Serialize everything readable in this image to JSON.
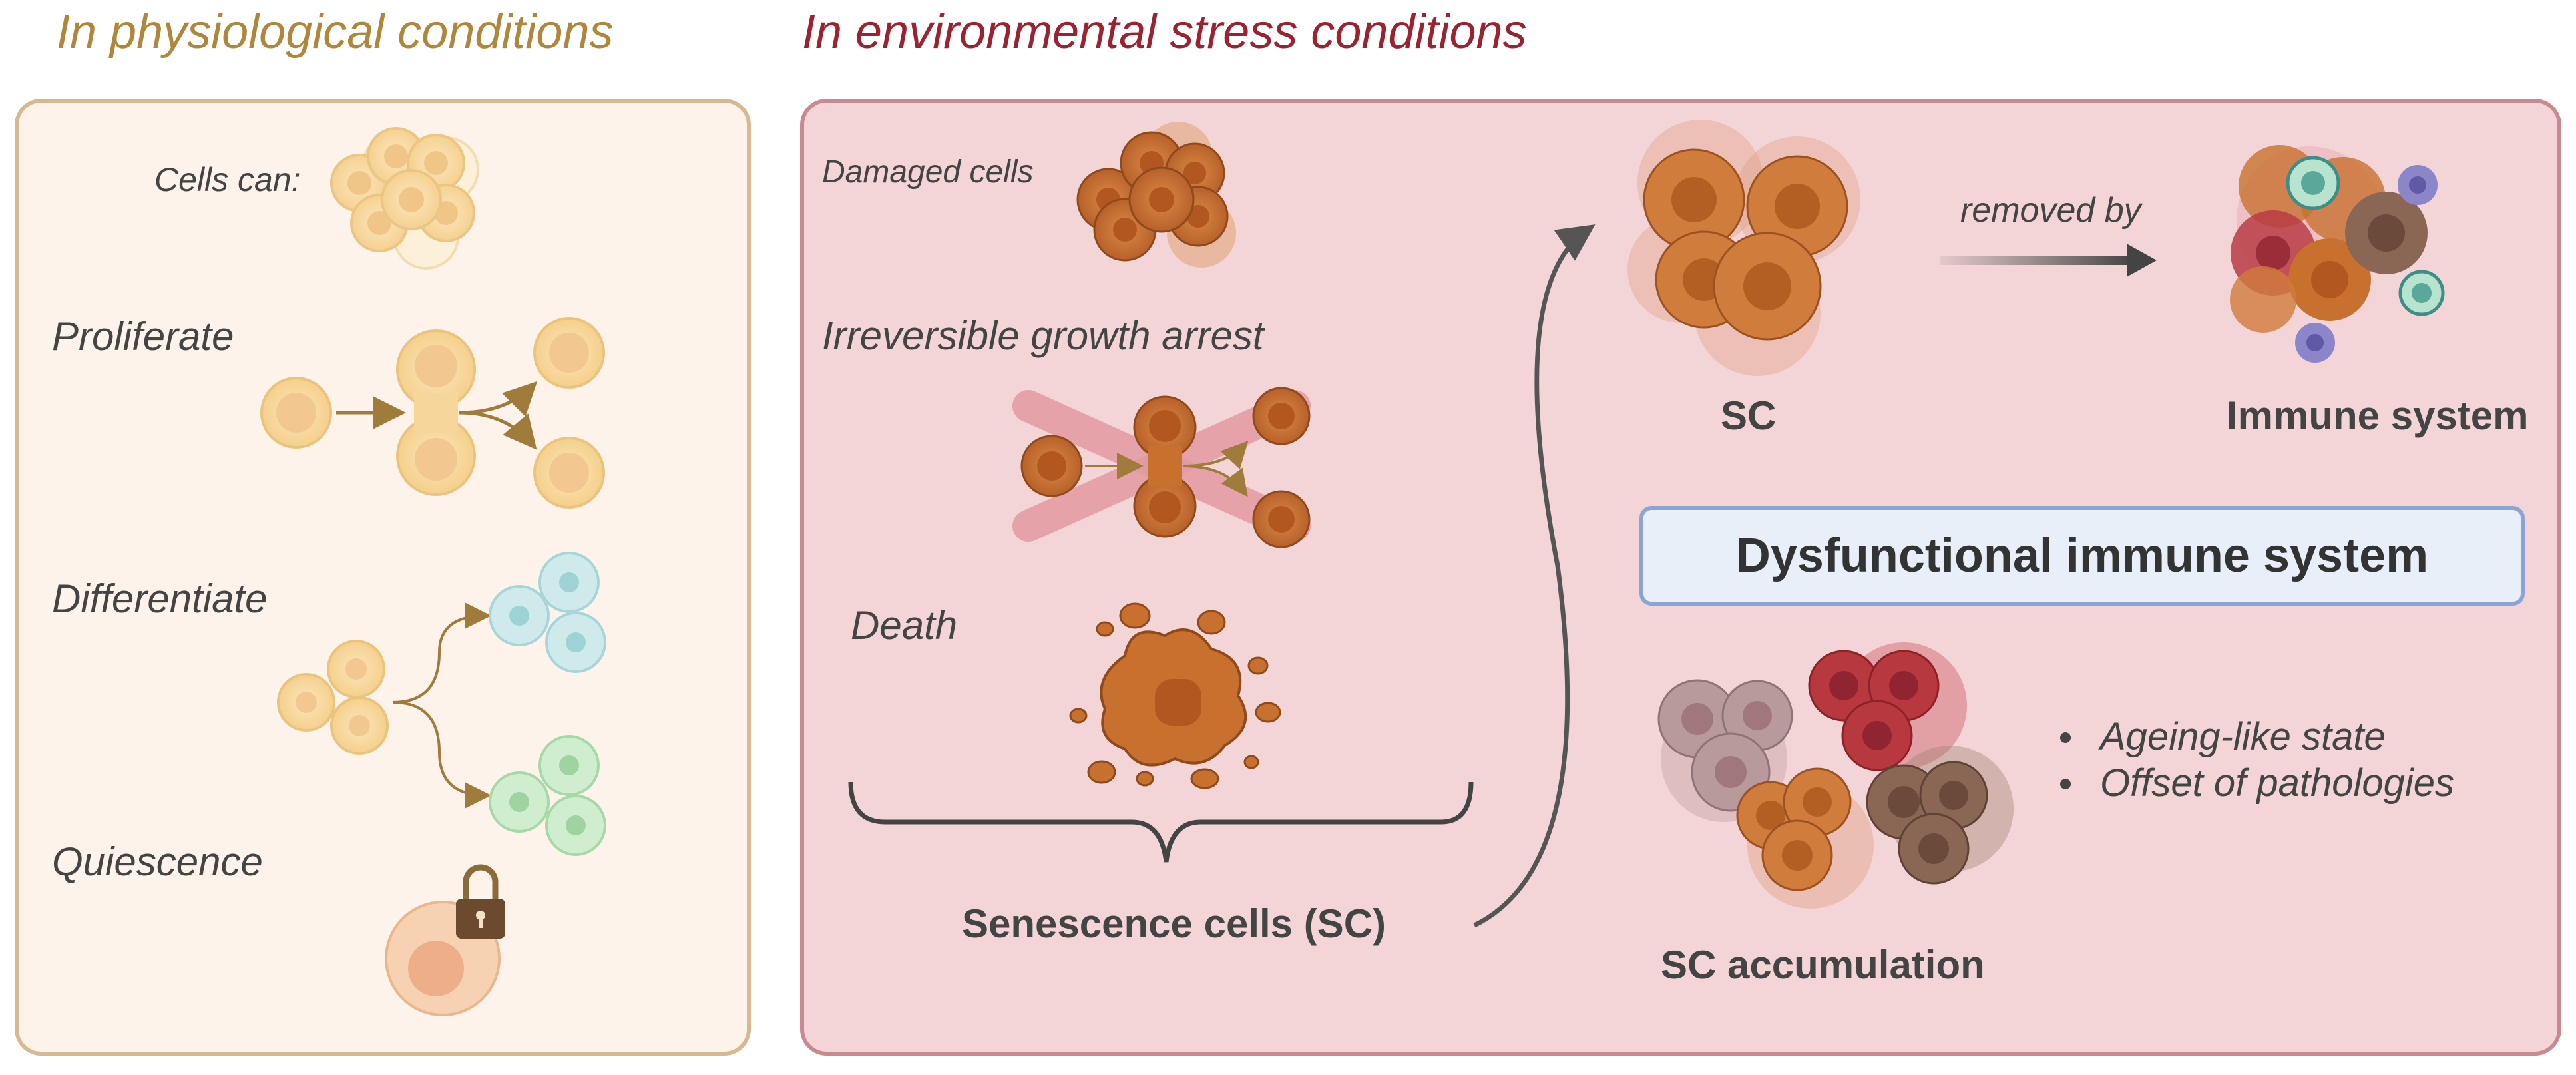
{
  "headers": {
    "physiological": "In physiological conditions",
    "stress": "In environmental stress conditions"
  },
  "physiological_panel": {
    "cells_can": "Cells can:",
    "proliferate": "Proliferate",
    "differentiate": "Differentiate",
    "quiescence": "Quiescence"
  },
  "stress_panel": {
    "damaged_cells": "Damaged cells",
    "growth_arrest": "Irreversible growth arrest",
    "death": "Death",
    "senescence_cells": "Senescence cells (SC)",
    "sc": "SC",
    "removed_by": "removed by",
    "immune_system": "Immune system",
    "dysfunctional": "Dysfunctional immune system",
    "sc_accumulation": "SC accumulation",
    "bullets": [
      "Ageing-like state",
      "Offset of pathologies"
    ]
  },
  "colors": {
    "physio_header": "#b0873a",
    "stress_header": "#9b2230",
    "physio_panel_bg": "#fdf3ea",
    "stress_panel_bg": "#f4d5d7",
    "cell_yellow": "#f9dca0",
    "cell_orange": "#c8702e",
    "immune_box_border": "#8aa5d3"
  },
  "icons": [
    "cell-cluster-icon",
    "dividing-cell-icon",
    "padlock-icon",
    "dead-cell-icon",
    "immune-cell-icon",
    "arrow-icon"
  ]
}
